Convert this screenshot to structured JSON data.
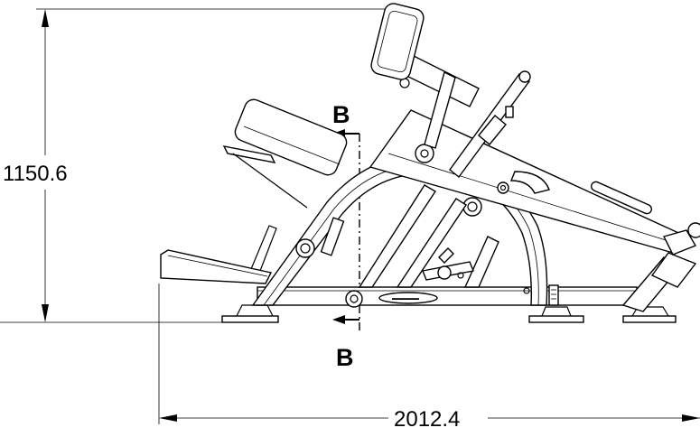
{
  "dimensions": {
    "height_value": "1150.6",
    "length_value": "2012.4"
  },
  "section": {
    "top_label": "B",
    "bottom_label": "B"
  },
  "colors": {
    "line": "#000000",
    "background": "#ffffff"
  }
}
